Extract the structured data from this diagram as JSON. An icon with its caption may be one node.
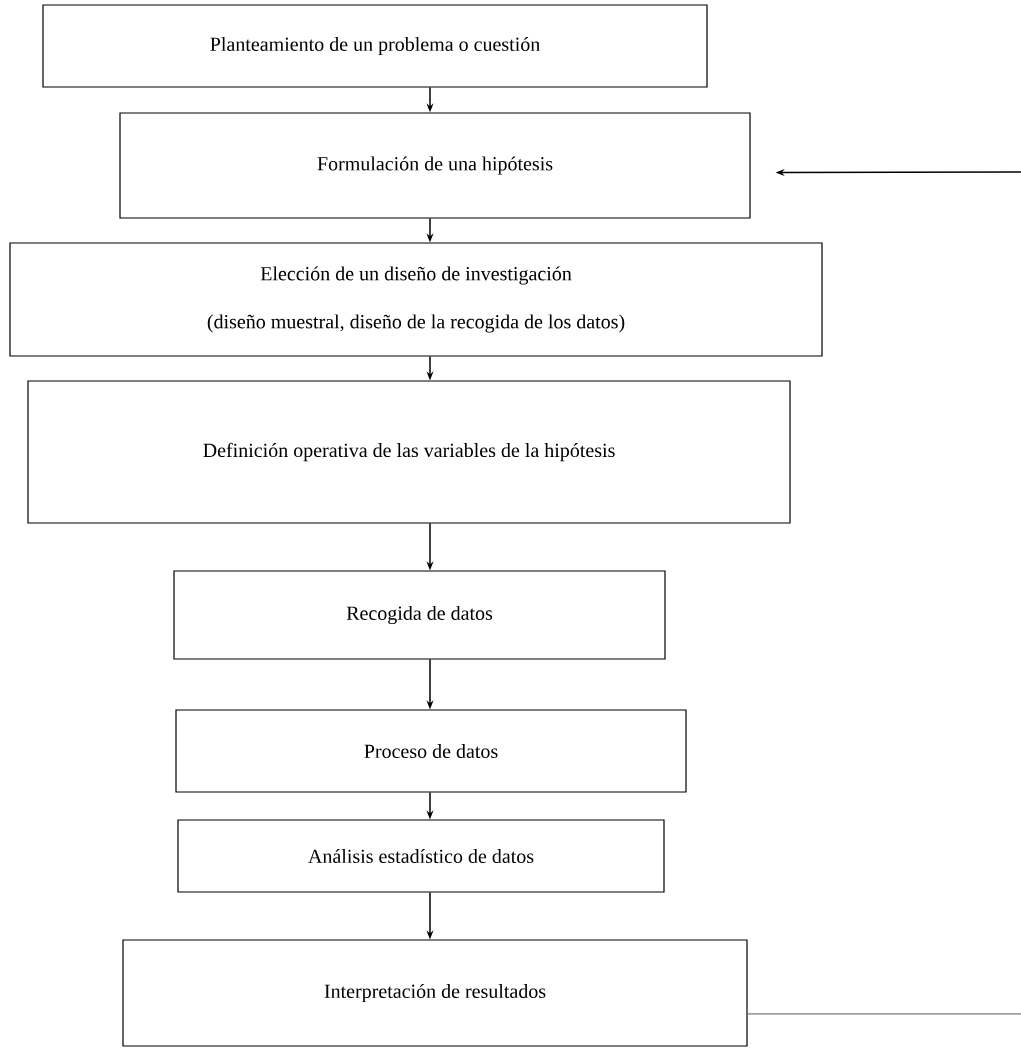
{
  "diagram": {
    "nodes": [
      {
        "text": [
          "Planteamiento de un problema o cuestión"
        ]
      },
      {
        "text": [
          "Formulación de una hipótesis"
        ]
      },
      {
        "text": [
          "Elección de un diseño de investigación",
          "(diseño muestral, diseño de la recogida de los datos)"
        ]
      },
      {
        "text": [
          "Definición operativa de las variables de la hipótesis"
        ]
      },
      {
        "text": [
          "Recogida de datos"
        ]
      },
      {
        "text": [
          "Proceso de datos"
        ]
      },
      {
        "text": [
          "Análisis estadístico de datos"
        ]
      },
      {
        "text": [
          "Interpretación de resultados"
        ]
      }
    ],
    "edges": [
      {
        "from": 0,
        "to": 1,
        "arrow": "to"
      },
      {
        "from": 1,
        "to": 2,
        "arrow": "to"
      },
      {
        "from": 2,
        "to": 3,
        "arrow": "to"
      },
      {
        "from": 3,
        "to": 4,
        "arrow": "to"
      },
      {
        "from": 4,
        "to": 5,
        "arrow": "to"
      },
      {
        "from": 5,
        "to": 6,
        "arrow": "to"
      },
      {
        "from": 6,
        "to": 7,
        "arrow": "to"
      },
      {
        "from": 7,
        "to": null,
        "arrow": "none",
        "color": "#808080"
      },
      {
        "from": null,
        "to": 1,
        "arrow": "to"
      }
    ]
  }
}
